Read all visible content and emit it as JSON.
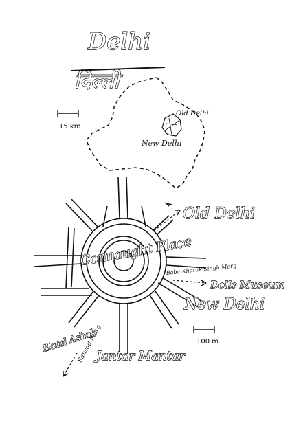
{
  "city": {
    "title": "Delhi",
    "title_hindi": "दिल्ली"
  },
  "region_map": {
    "scale_label": "15 km",
    "label_old": "Old Delhi",
    "label_new": "New Delhi"
  },
  "city_map": {
    "label_connaught": "Connaught Place",
    "label_old_delhi": "Old Delhi",
    "label_new_delhi": "New Delhi",
    "label_road": "Baba Kharak Singh Marg",
    "label_museum": "Dolls Museum",
    "label_sansad": "Sansad Marg",
    "label_jantar": "Jantar Mantar",
    "label_hotel": "Hotel Ashok",
    "scale_label": "100 m."
  },
  "colors": {
    "ink": "#111111",
    "paper": "#ffffff"
  }
}
